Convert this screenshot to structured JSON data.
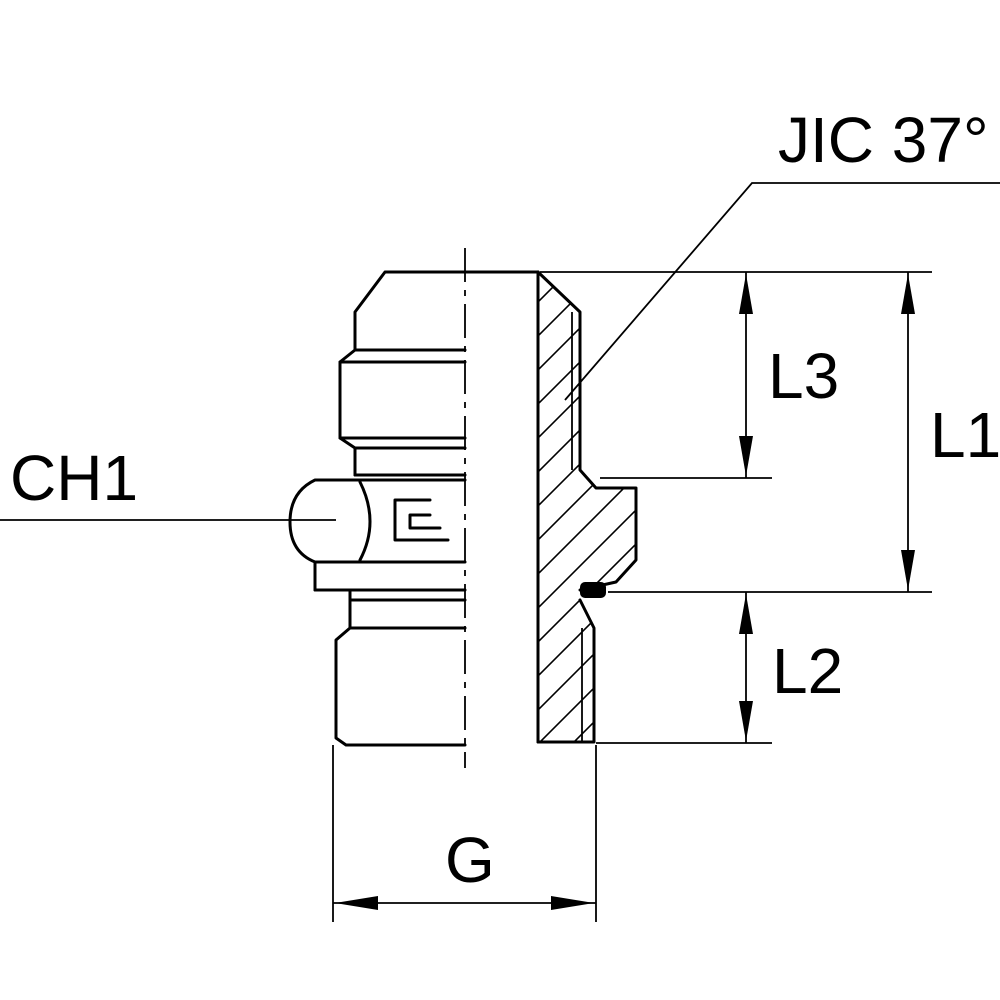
{
  "labels": {
    "jic": "JIC 37°",
    "ch1": "CH1",
    "l1": "L1",
    "l2": "L2",
    "l3": "L3",
    "g": "G"
  }
}
